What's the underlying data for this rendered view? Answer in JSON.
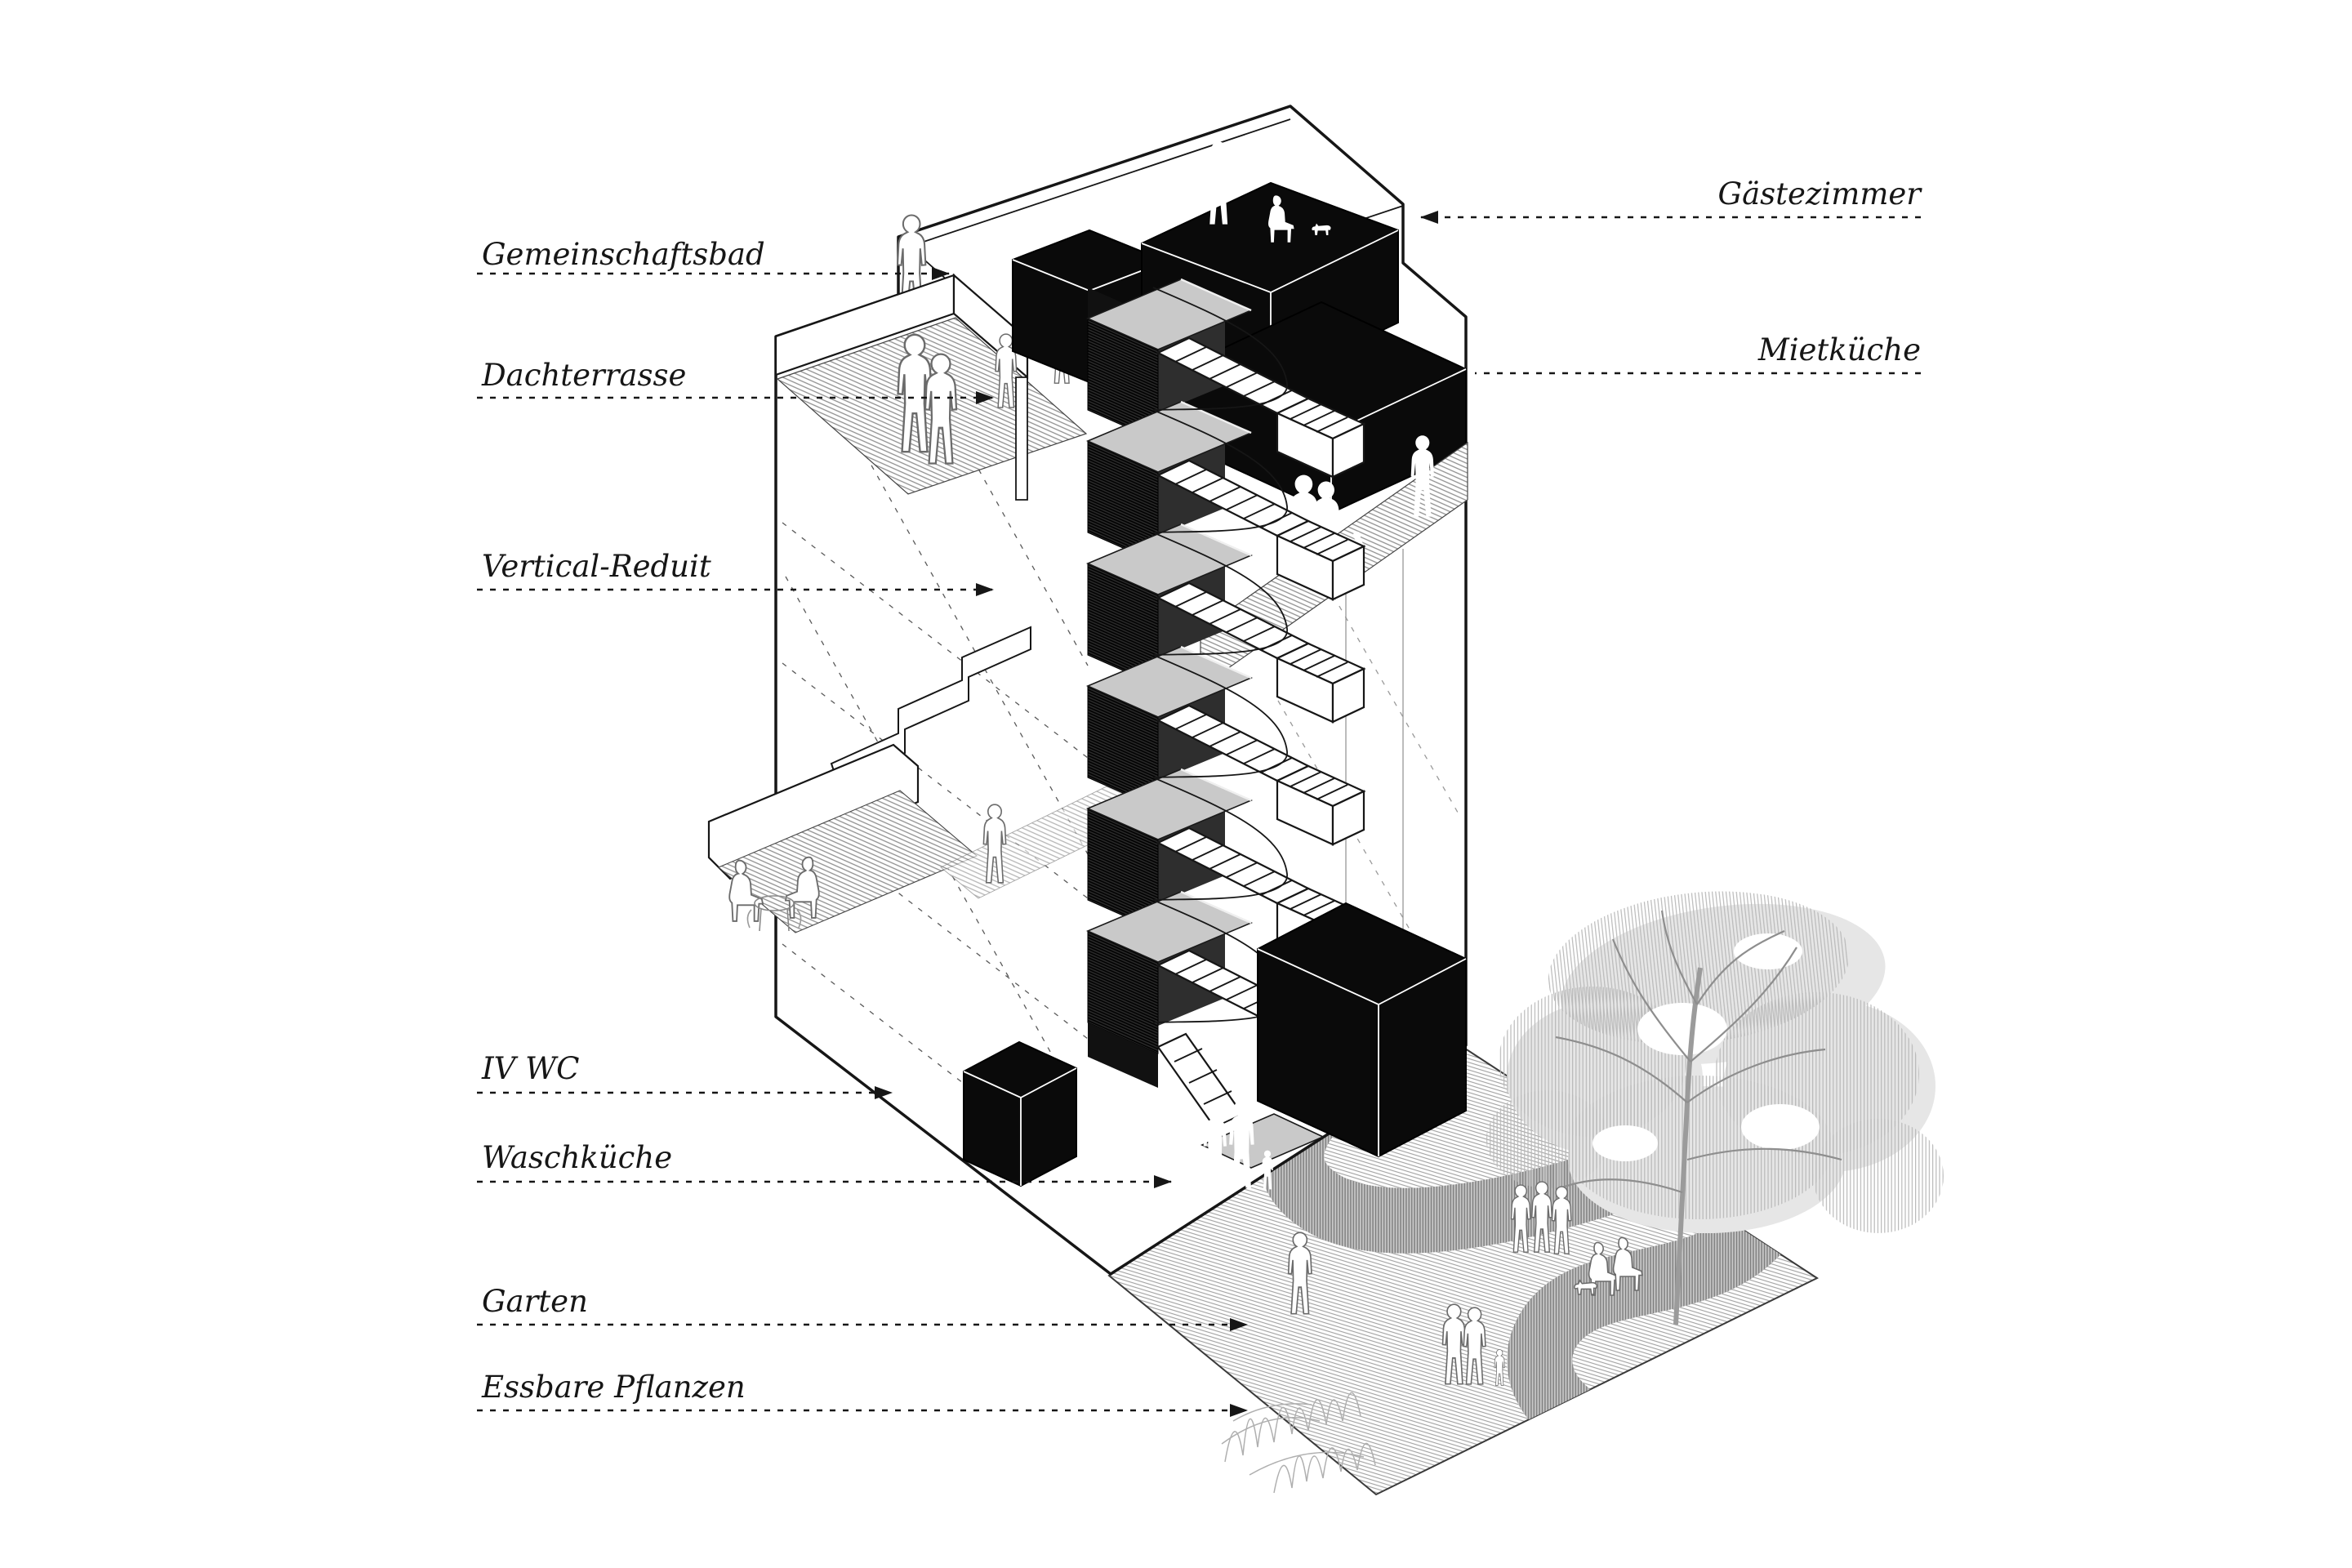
{
  "scene": {
    "background": "#ffffff",
    "labels": {
      "left": [
        {
          "id": "gemeinschaftsbad",
          "text": "Gemeinschaftsbad"
        },
        {
          "id": "dachterrasse",
          "text": "Dachterrasse"
        },
        {
          "id": "vertical-reduit",
          "text": "Vertical-Reduit"
        },
        {
          "id": "iv-wc",
          "text": "IV WC"
        },
        {
          "id": "waschkueche",
          "text": "Waschküche"
        },
        {
          "id": "garten",
          "text": "Garten"
        },
        {
          "id": "essbare-pflanzen",
          "text": "Essbare Pflanzen"
        }
      ],
      "right": [
        {
          "id": "gaestezimmer",
          "text": "Gästezimmer"
        },
        {
          "id": "mietkueche",
          "text": "Mietküche"
        }
      ]
    },
    "colors": {
      "ink": "#161616",
      "box_black": "#0a0a0a",
      "slab_gray": "#c9c9c9",
      "tree_gray": "#b8b8b8",
      "path_gray": "#7d7d7d",
      "hatch_gray": "#8f8f8f"
    }
  }
}
